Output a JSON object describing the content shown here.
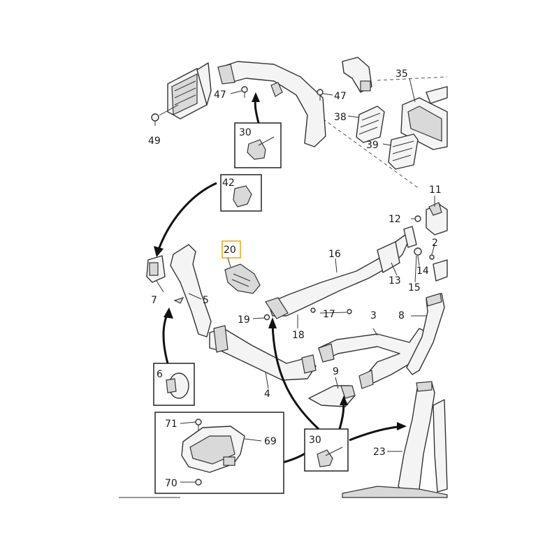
{
  "callouts": {
    "c47a": "47",
    "c47b": "47",
    "c49": "49",
    "c30a": "30",
    "c35": "35",
    "c38": "38",
    "c39": "39",
    "c42": "42",
    "c11": "11",
    "c12": "12",
    "c2": "2",
    "c14": "14",
    "c15": "15",
    "c13": "13",
    "c16": "16",
    "c20": "20",
    "c7": "7",
    "c5": "5",
    "c19": "19",
    "c17": "17",
    "c18": "18",
    "c3": "3",
    "c8": "8",
    "c9": "9",
    "c6": "6",
    "c4": "4",
    "c71": "71",
    "c69": "69",
    "c70": "70",
    "c30b": "30",
    "c23": "23"
  },
  "colors": {
    "highlight": "#f0a500",
    "stroke": "#333333",
    "arrow": "#111111"
  }
}
